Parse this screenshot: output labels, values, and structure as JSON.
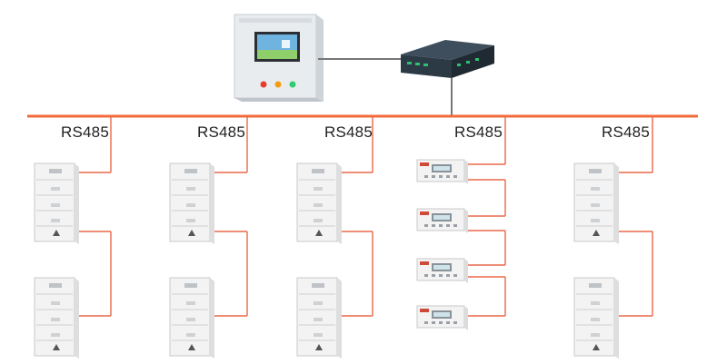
{
  "diagram": {
    "bus_label": "RS485",
    "colors": {
      "bus": "#f26b3a",
      "link": "#e8694a",
      "network_line": "#777777",
      "device_body": "#f3f3f3",
      "device_edge": "#c9c9c9",
      "screen": "#2f6fb0",
      "switch_body": "#2c3a46",
      "switch_accent": "#2fbf71"
    },
    "host_panel": {
      "buttons": [
        {
          "color": "#e63b2e"
        },
        {
          "color": "#f39c12"
        },
        {
          "color": "#2ecc71"
        }
      ]
    },
    "branches": [
      {
        "label": "RS485",
        "device": "meter-cabinet",
        "count": 2
      },
      {
        "label": "RS485",
        "device": "meter-cabinet",
        "count": 2
      },
      {
        "label": "RS485",
        "device": "meter-cabinet",
        "count": 2
      },
      {
        "label": "RS485",
        "device": "multifunction-meter",
        "count": 4
      },
      {
        "label": "RS485",
        "device": "meter-cabinet",
        "count": 2
      }
    ]
  }
}
